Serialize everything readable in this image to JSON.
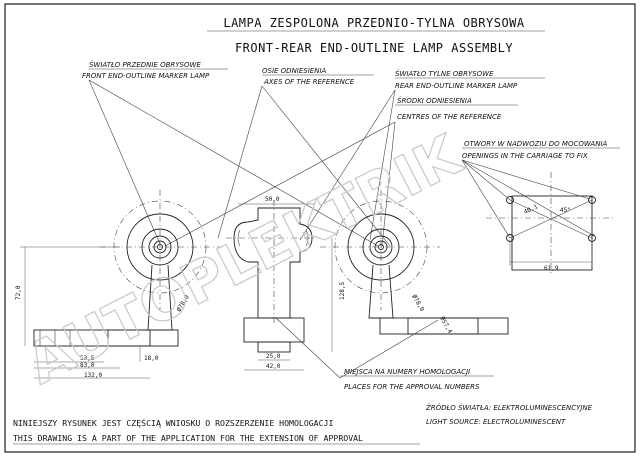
{
  "title": {
    "polish": "LAMPA ZESPOLONA PRZEDNIO-TYLNA OBRYSOWA",
    "english": "FRONT-REAR END-OUTLINE LAMP ASSEMBLY"
  },
  "callouts": {
    "front_lamp_pl": "ŚWIATŁO PRZEDNIE OBRYSOWE",
    "front_lamp_en": "FRONT END-OUTLINE MARKER LAMP",
    "axes_pl": "OSIE ODNIESIENIA",
    "axes_en": "AXES OF THE REFERENCE",
    "rear_lamp_pl": "ŚWIATŁO TYLNE OBRYSOWE",
    "rear_lamp_en": "REAR END-OUTLINE MARKER LAMP",
    "centres_pl": "ŚRODKI ODNIESIENIA",
    "centres_en": "CENTRES OF THE REFERENCE",
    "holes_pl": "OTWORY W NADWOZIU DO MOCOWANIA",
    "holes_en": "OPENINGS IN THE CARRIAGE TO FIX",
    "approval_pl": "MIEJSCA NA NUMERY HOMOLOGACJI",
    "approval_en": "PLACES FOR THE APPROVAL NUMBERS",
    "source_pl": "ŹRÓDŁO ŚWIATŁA: ELEKTROLUMINESCENCYJNE",
    "source_en": "LIGHT SOURCE: ELECTROLUMINESCENT"
  },
  "footer": {
    "note_pl": "NINIEJSZY RYSUNEK JEST CZĘŚCIĄ WNIOSKU O ROZSZERZENIE HOMOLOGACJI",
    "note_en": "THIS DRAWING IS A PART OF THE APPLICATION FOR THE EXTENSION OF APPROVAL"
  },
  "dimensions": {
    "d_50": "50,0",
    "d_72": "72,0",
    "d_128": "128,5",
    "d_53_5": "53,5",
    "d_83": "83,0",
    "d_132": "132,0",
    "d_18": "18,0",
    "d_25": "25,0",
    "d_42": "42,0",
    "d_61_9": "61,9",
    "d_40_1": "40,1",
    "d_45": "45°",
    "d_phi_front": "Ø78,0",
    "d_phi_rear1": "Ø78,0",
    "d_phi_rear2": "Ø57,4"
  },
  "watermark": "AUTOPLEKTRIK"
}
